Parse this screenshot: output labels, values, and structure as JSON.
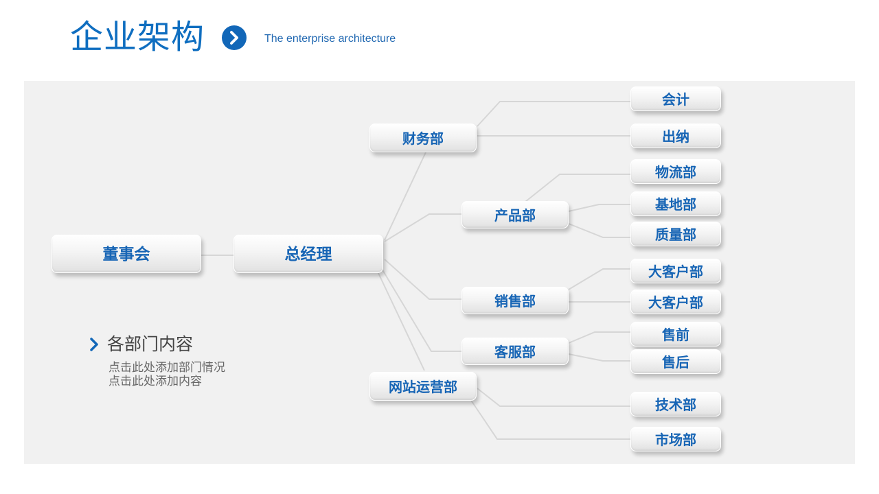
{
  "header": {
    "title": "企业架构",
    "subtitle": "The enterprise architecture",
    "accent_color": "#0f6ec0",
    "title_icon": "chevron-right-circle-icon"
  },
  "org_chart": {
    "root": {
      "label": "董事会"
    },
    "manager": {
      "label": "总经理"
    },
    "departments": [
      {
        "label": "财务部",
        "children": [
          {
            "label": "会计"
          },
          {
            "label": "出纳"
          }
        ]
      },
      {
        "label": "产品部",
        "children": [
          {
            "label": "物流部"
          },
          {
            "label": "基地部"
          },
          {
            "label": "质量部"
          }
        ]
      },
      {
        "label": "销售部",
        "children": [
          {
            "label": "大客户部"
          },
          {
            "label": "大客户部"
          }
        ]
      },
      {
        "label": "客服部",
        "children": [
          {
            "label": "售前"
          },
          {
            "label": "售后"
          }
        ]
      },
      {
        "label": "网站运营部",
        "children": [
          {
            "label": "技术部"
          },
          {
            "label": "市场部"
          }
        ]
      }
    ]
  },
  "caption": {
    "icon": "chevron-right-icon",
    "title": "各部门内容",
    "lines": [
      "点击此处添加部门情况",
      "点击此处添加内容"
    ]
  }
}
